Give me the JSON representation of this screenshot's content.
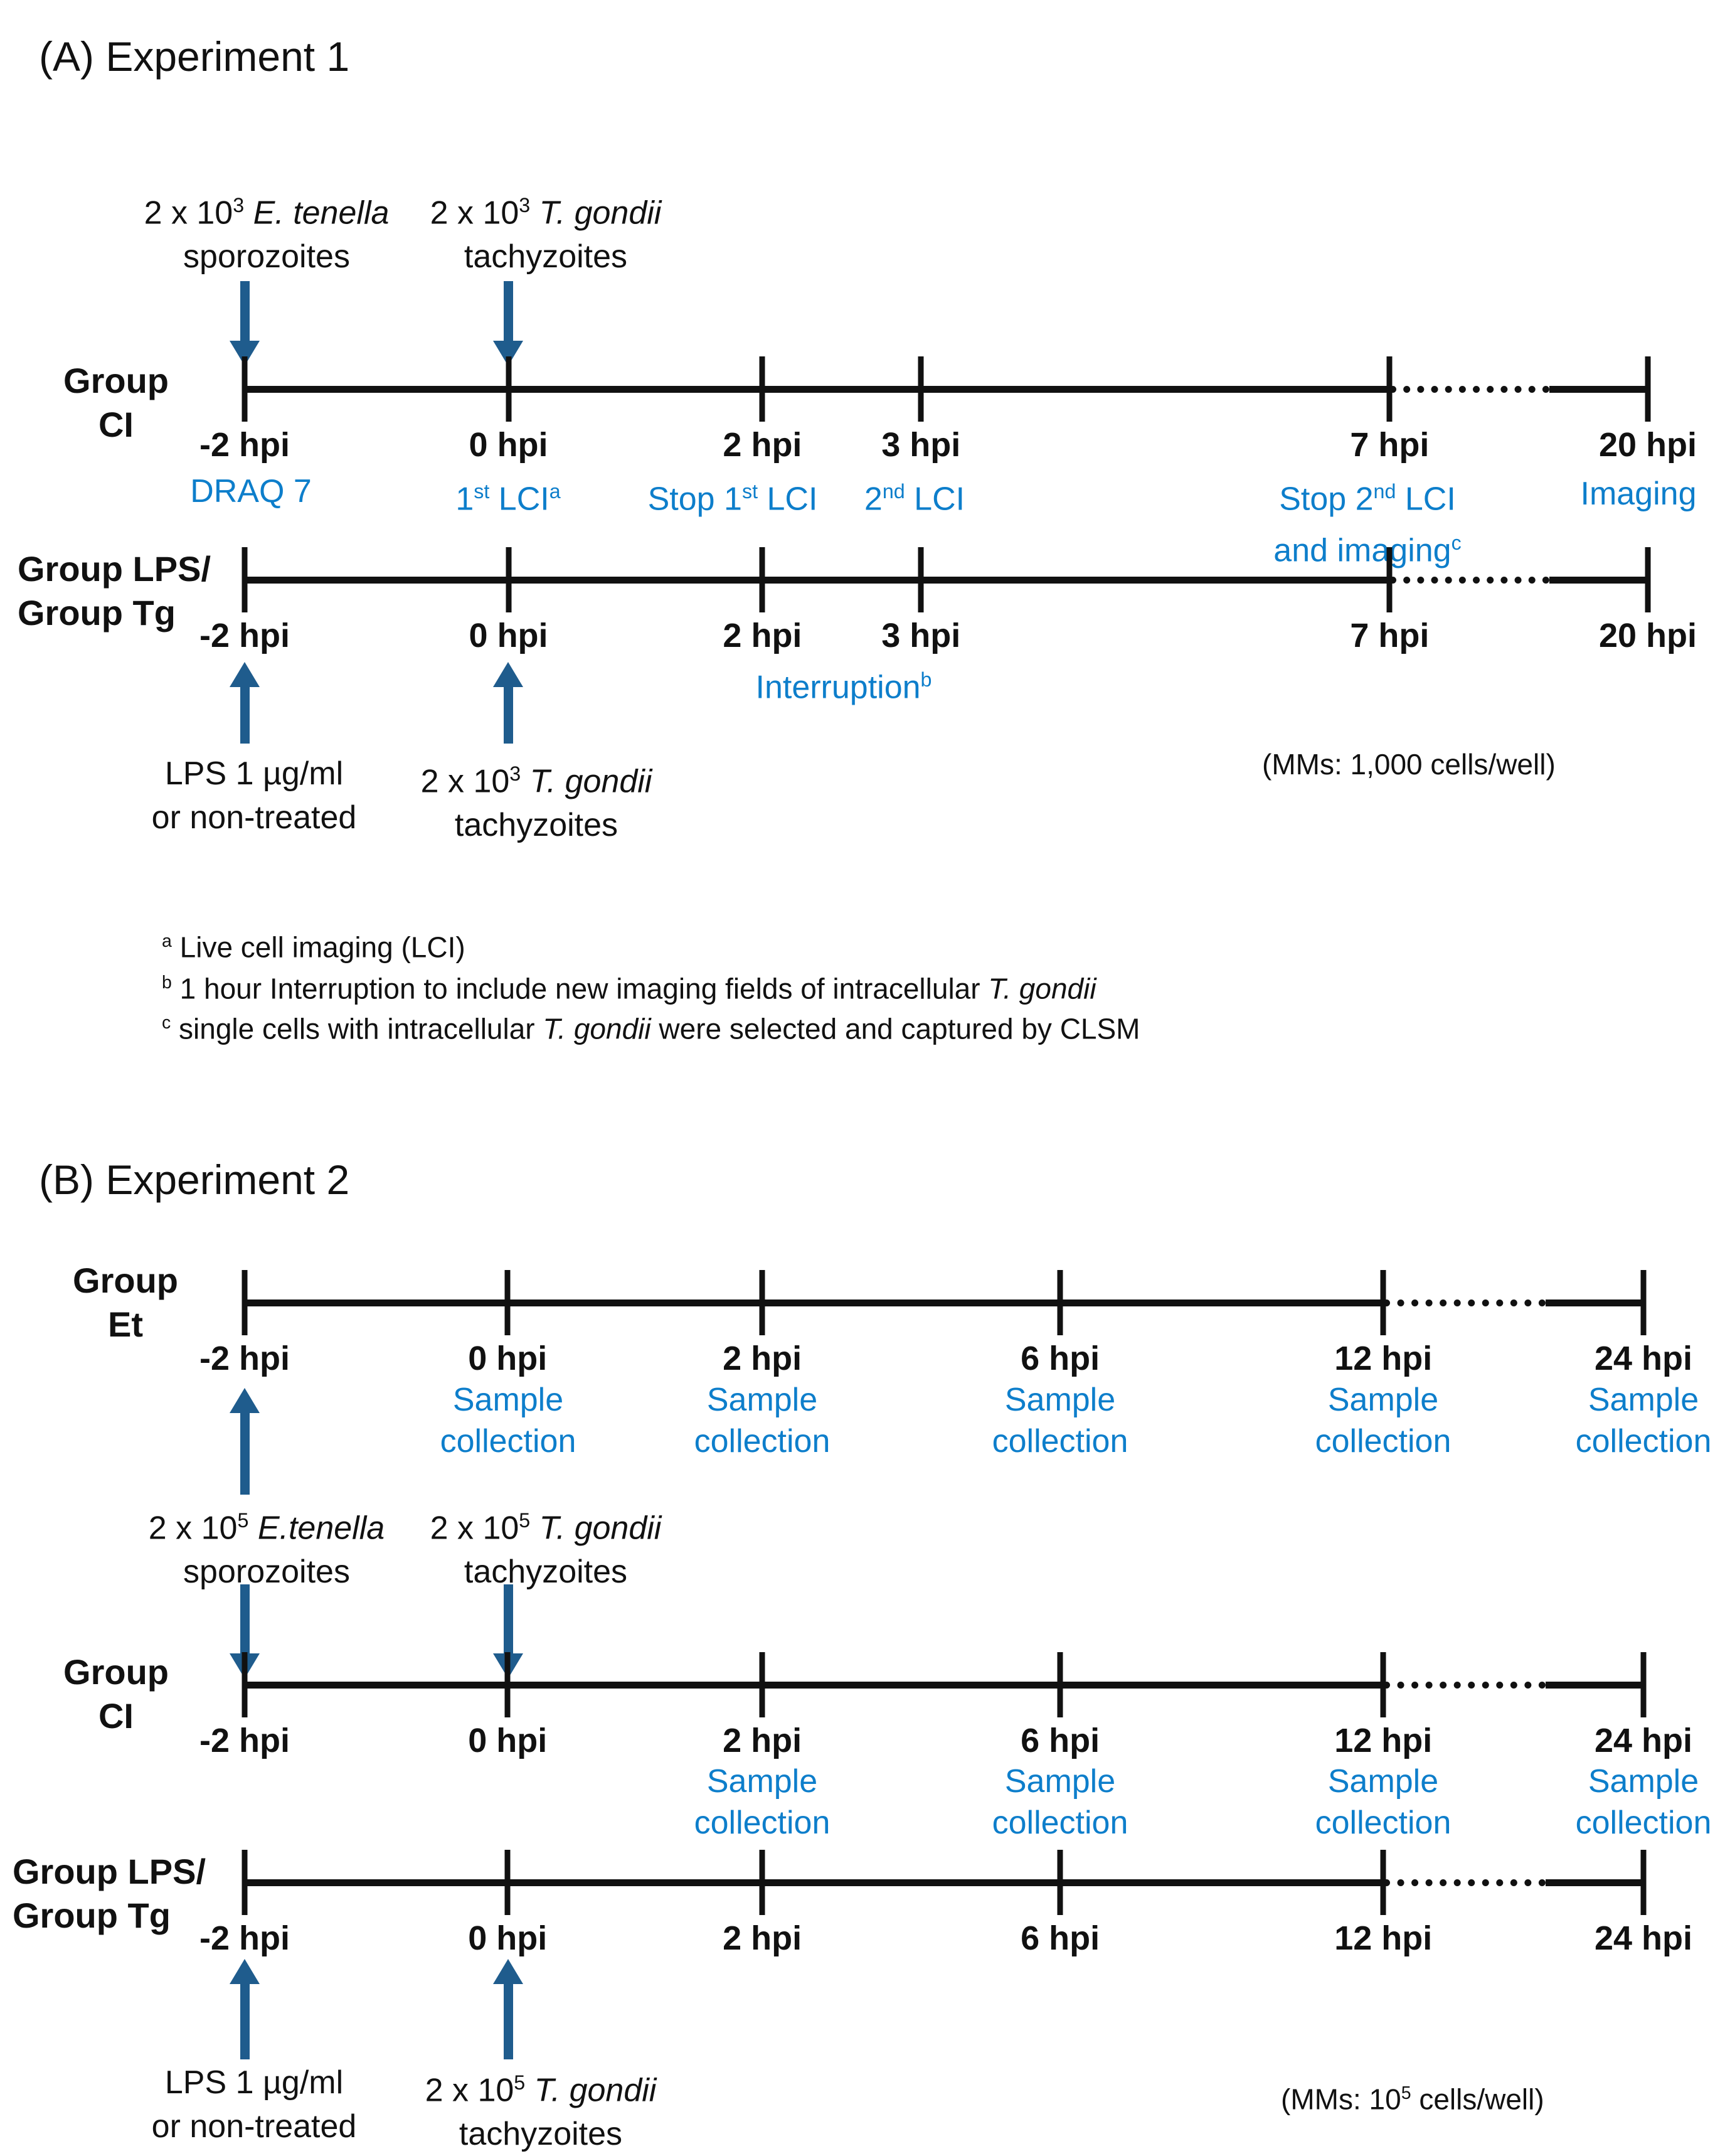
{
  "colors": {
    "blue_text": "#0d7ecb",
    "arrow_blue": "#1f5c8d",
    "line_black": "#111111"
  },
  "panel_a": {
    "title": "(A) Experiment 1",
    "group_ci": {
      "line1": "Group",
      "line2": "CI"
    },
    "group_lps": {
      "line1": "Group LPS/",
      "line2": "Group Tg"
    },
    "ticks": [
      {
        "label": "-2 hpi",
        "hpi": -2
      },
      {
        "label": "0 hpi",
        "hpi": 0
      },
      {
        "label": "2 hpi",
        "hpi": 2
      },
      {
        "label": "3 hpi",
        "hpi": 3
      },
      {
        "label": "7 hpi",
        "hpi": 7
      },
      {
        "label": "20 hpi",
        "hpi": 20
      }
    ],
    "inoc_et": {
      "base": "2 x 10",
      "sup": "3",
      "species": " E. tenella",
      "line2": "sporozoites"
    },
    "inoc_tg": {
      "base": "2 x 10",
      "sup": "3",
      "species": " T. gondii",
      "line2": "tachyzoites"
    },
    "events": {
      "draq7": "DRAQ 7",
      "lci1": {
        "t1": "1",
        "s1": "st",
        "t2": " LCI",
        "s2": "a"
      },
      "stop_lci1": {
        "t1": "Stop 1",
        "s1": "st",
        "t2": " LCI"
      },
      "lci2": {
        "t1": "2",
        "s1": "nd",
        "t2": " LCI"
      },
      "stop_lci2_l1": {
        "t1": "Stop 2",
        "s1": "nd",
        "t2": " LCI"
      },
      "stop_lci2_l2": {
        "t1": "and imaging",
        "s1": "c"
      },
      "imaging": "Imaging",
      "interruption": {
        "t1": "Interruption",
        "s1": "b"
      }
    },
    "treat_lps": {
      "line1": "LPS 1 µg/ml",
      "line2": "or non-treated"
    },
    "treat_tg": {
      "base": "2 x 10",
      "sup": "3",
      "species": " T. gondii",
      "line2": "tachyzoites"
    },
    "mms": "(MMs: 1,000 cells/well)",
    "footnotes": {
      "a_marker": "a",
      "a_text": " Live cell imaging (LCI)",
      "b_marker": "b",
      "b_t1": " 1 hour Interruption to include new imaging fields of intracellular ",
      "b_it": "T. gondii",
      "c_marker": "c",
      "c_t1": " single cells with intracellular ",
      "c_it": "T. gondii",
      "c_t2": " were selected and captured by CLSM"
    }
  },
  "panel_b": {
    "title": "(B) Experiment 2",
    "group_et": {
      "line1": "Group",
      "line2": "Et"
    },
    "group_ci": {
      "line1": "Group",
      "line2": "CI"
    },
    "group_lps": {
      "line1": "Group LPS/",
      "line2": "Group Tg"
    },
    "ticks": [
      {
        "label": "-2 hpi",
        "hpi": -2
      },
      {
        "label": "0 hpi",
        "hpi": 0
      },
      {
        "label": "2 hpi",
        "hpi": 2
      },
      {
        "label": "6 hpi",
        "hpi": 6
      },
      {
        "label": "12 hpi",
        "hpi": 12
      },
      {
        "label": "24 hpi",
        "hpi": 24
      }
    ],
    "sample_collection": "Sample collection",
    "inoc_et": {
      "base": "2 x 10",
      "sup": "5",
      "species": " E.tenella",
      "line2": "sporozoites"
    },
    "inoc_tg": {
      "base": "2 x 10",
      "sup": "5",
      "species": " T. gondii",
      "line2": "tachyzoites"
    },
    "treat_lps": {
      "line1": "LPS 1 µg/ml",
      "line2": "or non-treated"
    },
    "treat_tg": {
      "base": "2 x 10",
      "sup": "5",
      "species": " T. gondii",
      "line2": "tachyzoites"
    },
    "mms": {
      "t1": "(MMs: 10",
      "sup": "5",
      "t2": " cells/well)"
    }
  }
}
